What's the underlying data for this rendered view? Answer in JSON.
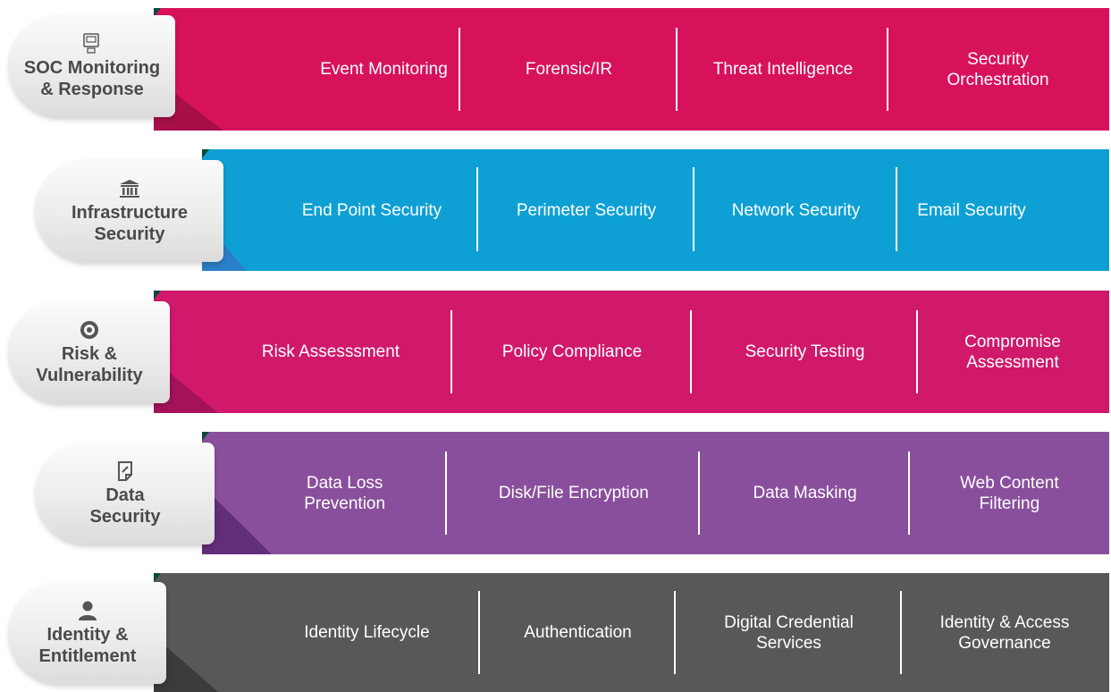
{
  "rows": [
    {
      "title": "SOC Monitoring\n& Response",
      "icon": "monitor-icon",
      "color": "#d7125b",
      "fold_color": "#a80f49",
      "items": [
        "Event Monitoring",
        "Forensic/IR",
        "Threat Intelligence",
        "Security\nOrchestration"
      ]
    },
    {
      "title": "Infrastructure\nSecurity",
      "icon": "building-icon",
      "color": "#0ea0d4",
      "fold_color": "#2a7fc9",
      "items": [
        "End Point Security",
        "Perimeter Security",
        "Network Security",
        "Email Security"
      ]
    },
    {
      "title": "Risk &\nVulnerability",
      "icon": "target-icon",
      "color": "#d0196b",
      "fold_color": "#a3125a",
      "items": [
        "Risk Assesssment",
        "Policy Compliance",
        "Security Testing",
        "Compromise\nAssessment"
      ]
    },
    {
      "title": "Data\nSecurity",
      "icon": "document-icon",
      "color": "#894f9c",
      "fold_color": "#622e7a",
      "items": [
        "Data Loss\nPrevention",
        "Disk/File Encryption",
        "Data Masking",
        "Web Content\nFiltering"
      ]
    },
    {
      "title": "Identity &\nEntitlement",
      "icon": "user-icon",
      "color": "#58585a",
      "fold_color": "#3b3b3d",
      "items": [
        "Identity Lifecycle",
        "Authentication",
        "Digital Credential\nServices",
        "Identity & Access\nGovernance"
      ]
    }
  ]
}
